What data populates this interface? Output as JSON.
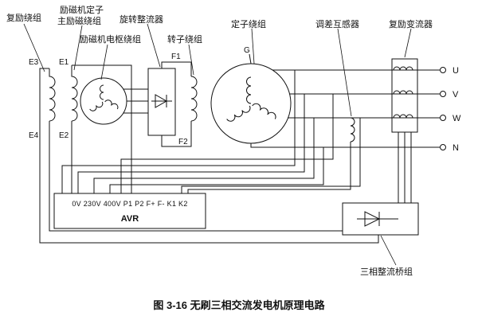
{
  "figure": {
    "caption": "图 3-16  无刷三相交流发电机原理电路"
  },
  "labels": {
    "compound_winding": "复励绕组",
    "exciter_stator_l1": "励磁机定子",
    "exciter_stator_l2": "主励磁绕组",
    "exciter_armature": "励磁机电枢绕组",
    "rotating_rectifier": "旋转整流器",
    "rotor_winding": "转子绕组",
    "stator_winding": "定子绕组",
    "droop_transformer": "调差互感器",
    "compound_converter": "复励变流器",
    "rectifier_bridge": "三相整流桥组"
  },
  "designators": {
    "e1": "E1",
    "e2": "E2",
    "e3": "E3",
    "e4": "E4",
    "f1": "F1",
    "f2": "F2",
    "g": "G"
  },
  "terminals": {
    "u": "U",
    "v": "V",
    "w": "W",
    "n": "N"
  },
  "avr": {
    "terminal_row": "0V 230V 400V P1 P2 F+ F- K1 K2",
    "name": "AVR"
  },
  "colors": {
    "line": "#111111",
    "background": "#ffffff"
  }
}
